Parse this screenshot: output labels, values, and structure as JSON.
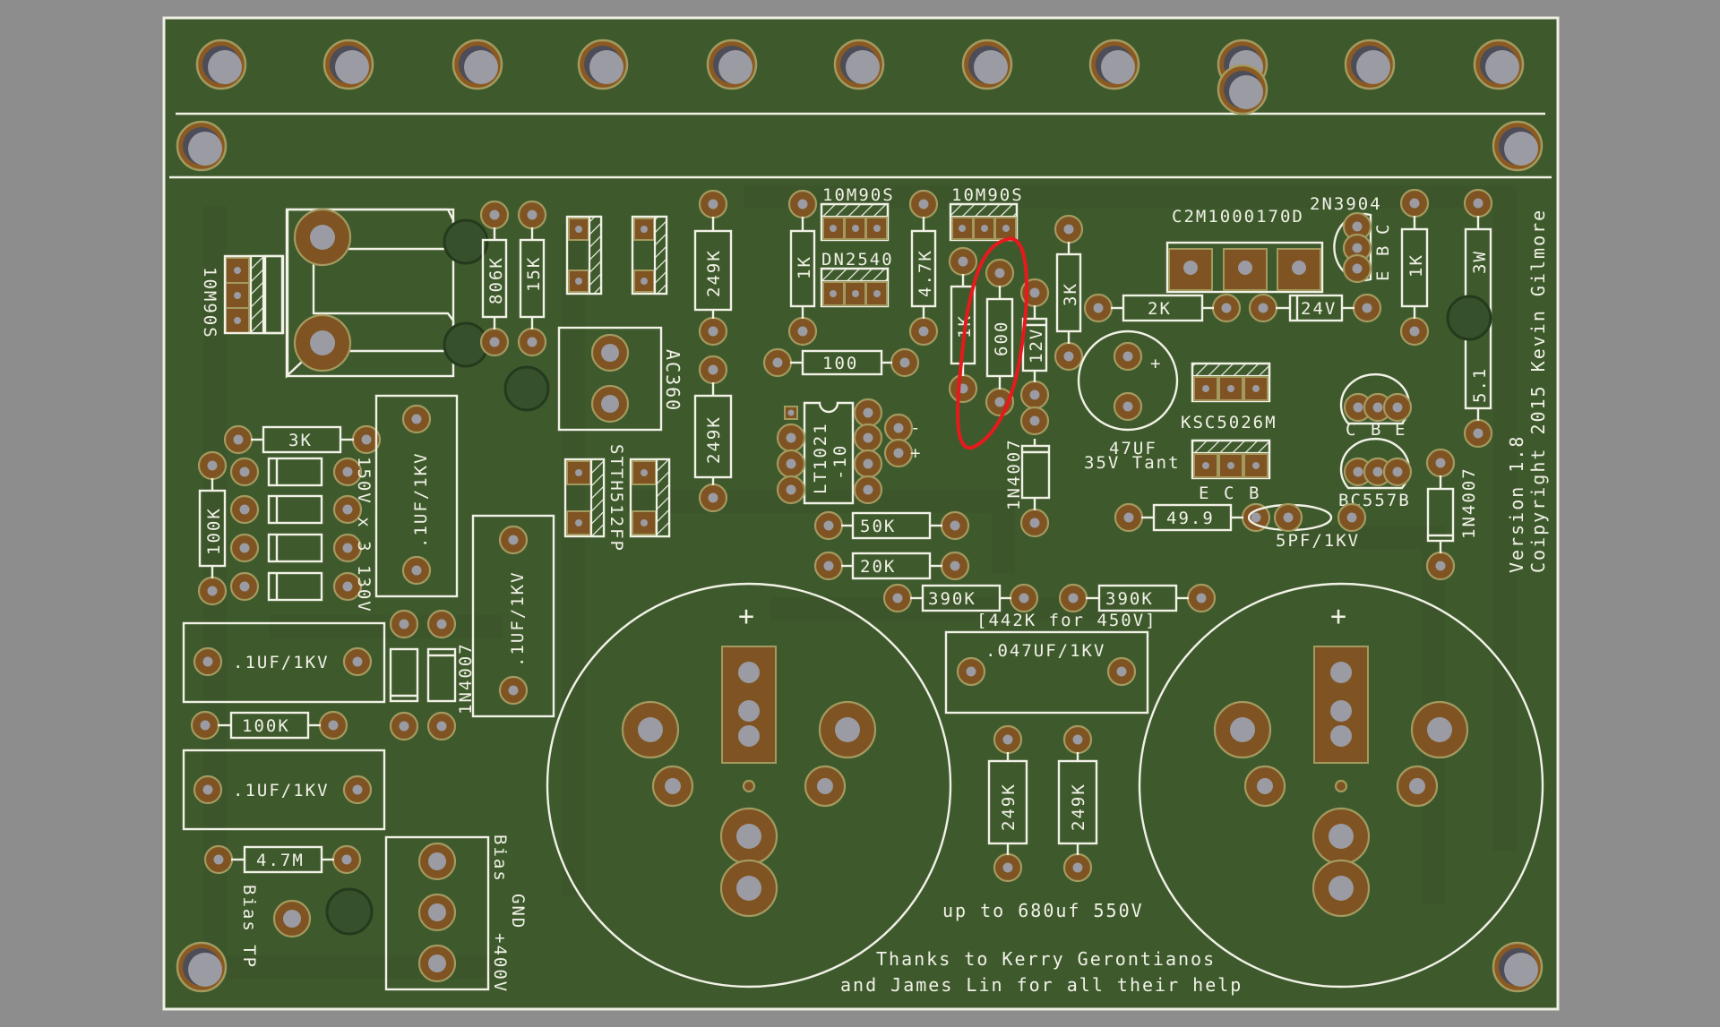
{
  "board": {
    "title": "PCB 3D render",
    "colors": {
      "background": "#8d8d8d",
      "soldermask": "#3e5a2d",
      "silkscreen": "#f1f1e6",
      "copper_pad": "#7f5322",
      "drill": "#9a9ba3",
      "annotation": "#e8191c"
    }
  },
  "labels": {
    "q_left": "10M90S",
    "r_806k": "806K",
    "r_15k": "15K",
    "ac360": "AC360",
    "stth": "STTH512FP",
    "r_249k_a": "249K",
    "r_249k_b": "249K",
    "r_1k_a": "1K",
    "q_top1": "10M90S",
    "dn2540": "DN2540",
    "r_47k": "4.7K",
    "q_top2": "10M90S",
    "r_1k_b": "1K",
    "r_600": "600",
    "zener_12v": "12V",
    "r_3k_top": "3K",
    "r_100": "100",
    "c2m": "C2M1000170D",
    "q_2n3904": "2N3904",
    "pins_ebc": [
      "E",
      "B",
      "C"
    ],
    "r_2k": "2K",
    "zener_24v": "24V",
    "r_1k_c": "1K",
    "r_3w": "3W",
    "r_51": "5.1",
    "cap_47uf": "47UF",
    "cap_47uf_sub": "35V Tant",
    "cap_plus": "+",
    "ksc": "KSC5026M",
    "ksc_pins": [
      "E",
      "C",
      "B"
    ],
    "cbe_pins": [
      "C",
      "B",
      "E"
    ],
    "bc557": "BC557B",
    "r_499": "49.9",
    "c_5pf": "5PF/1KV",
    "d_1n4007_right": "1N4007",
    "version": "Version 1.8",
    "copyright": "Coipyright 2015 Kevin Gilmore",
    "lt1021": "LT1021",
    "lt1021_sub": "-10",
    "pin_minus": "-",
    "pin_plus": "+",
    "d_1n4007_mid": "1N4007",
    "r_50k": "50K",
    "r_20k": "20K",
    "r_390k_a": "390K",
    "r_390k_b": "390K",
    "note_442k": "[442K for 450V]",
    "c_047": ".047UF/1KV",
    "r_3k_left": "3K",
    "r_100k_v": "100K",
    "zener_string": "150V x 3 130V",
    "c_1uf_a": ".1UF/1KV",
    "c_1uf_b": ".1UF/1KV",
    "c_1uf_c": ".1UF/1KV",
    "c_1uf_d": ".1UF/1KV",
    "d_1n4007_left": "1N4007",
    "r_100k_h": "100K",
    "r_47m": "4.7M",
    "bias_tp": "Bias TP",
    "bias": "Bias",
    "gnd": "GND",
    "v400": "+400V",
    "r_249k_c": "249K",
    "r_249k_d": "249K",
    "bigcap_note": "up to 680uf 550V",
    "thanks_1": "Thanks to Kerry Gerontianos",
    "thanks_2": "and James Lin for all their help",
    "bigcap_plus_l": "+",
    "bigcap_plus_r": "+"
  }
}
